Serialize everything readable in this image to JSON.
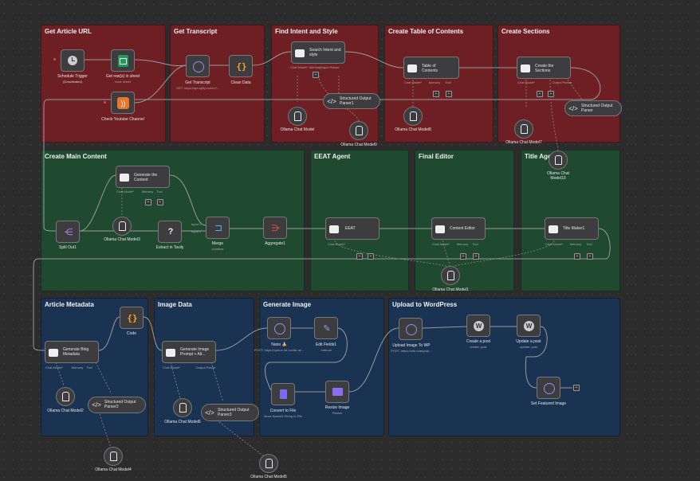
{
  "groups": {
    "get_article_url": "Get Article URL",
    "get_transcript": "Get Transcript",
    "find_intent": "Find Intent and Style",
    "create_toc": "Create Table of Contents",
    "create_sections": "Create Sections",
    "create_main_content": "Create Main Content",
    "eeat_agent": "EEAT Agent",
    "final_editor": "Final Editor",
    "title_agent": "Title Agent",
    "article_metadata": "Article Metadata",
    "image_data": "Image Data",
    "generate_image": "Generate Image",
    "upload_wordpress": "Upload to WordPress"
  },
  "nodes": {
    "schedule_trigger": {
      "label": "Schedule Trigger",
      "sub": "(Deactivated)"
    },
    "get_rows": {
      "label": "Get row(s) in sheet",
      "sub": "read: sheet"
    },
    "check_youtube": {
      "label": "Check Youtube Channel"
    },
    "get_transcript": {
      "label": "Get Transcript",
      "sub": "GET: https://api.apify.com/v2..."
    },
    "clean_data": {
      "label": "Clean Data"
    },
    "search_intent": {
      "label": "Search Intent and style"
    },
    "structured_parser1": {
      "label": "Structured Output Parser1"
    },
    "ollama_model": {
      "label": "Ollama Chat Model"
    },
    "ollama_model9": {
      "label": "Ollama Chat Model9"
    },
    "table_contents": {
      "label": "Table of Contents"
    },
    "ollama_model8": {
      "label": "Ollama Chat Model8"
    },
    "create_sections": {
      "label": "Create the Sections"
    },
    "structured_parser": {
      "label": "Structured Output Parser"
    },
    "ollama_model7": {
      "label": "Ollama Chat Model7"
    },
    "ollama_model10": {
      "label": "Ollama Chat Model10"
    },
    "generate_content": {
      "label": "Generate the Content"
    },
    "split_out": {
      "label": "Split Out1"
    },
    "ollama_model3": {
      "label": "Ollama Chat Model3"
    },
    "extract_tavily": {
      "label": "Extract in Tavily"
    },
    "merge": {
      "label": "Merge",
      "sub": "combine"
    },
    "aggregate": {
      "label": "Aggregate1"
    },
    "eeat": {
      "label": "EEAT"
    },
    "content_editor": {
      "label": "Content Editor"
    },
    "title_maker": {
      "label": "Title Maker1"
    },
    "ollama_model1": {
      "label": "Ollama Chat Model1"
    },
    "code": {
      "label": "Code"
    },
    "gen_blog_meta": {
      "label": "Generate Blog Metadata"
    },
    "ollama_model2": {
      "label": "Ollama Chat Model2"
    },
    "structured_parser2": {
      "label": "Structured Output Parser2"
    },
    "ollama_model4": {
      "label": "Ollama Chat Model4"
    },
    "gen_image_prompt": {
      "label": "Generate Image Prompt + Alt..."
    },
    "ollama_model6": {
      "label": "Ollama Chat Model6"
    },
    "structured_parser3": {
      "label": "Structured Output Parser3"
    },
    "ollama_model5": {
      "label": "Ollama Chat Model5"
    },
    "nano": {
      "label": "Nano 🍌",
      "sub": "POST: https://queue.fal.run/fal-ai/..."
    },
    "edit_fields": {
      "label": "Edit Fields1",
      "sub": "manual"
    },
    "convert_file": {
      "label": "Convert to File",
      "sub": "Move Base64 String to File"
    },
    "resize_image": {
      "label": "Resize Image",
      "sub": "Resize"
    },
    "upload_image": {
      "label": "Upload Image To WP",
      "sub": "POST: https://site-ready/wp..."
    },
    "create_post": {
      "label": "Create a post",
      "sub": "create: post"
    },
    "update_post": {
      "label": "Update a post",
      "sub": "update: post"
    },
    "set_featured": {
      "label": "Set Featured Image"
    }
  },
  "ports": {
    "chat_model": "Chat Model*",
    "memory": "Memory",
    "tool": "Tool",
    "output_parser": "Output Parser",
    "model": "Model",
    "input1": "Input 1",
    "input2": "Input 2"
  },
  "colors": {
    "red_group": "#6e1f24",
    "green_group": "#1f4a30",
    "blue_group": "#1b3352",
    "canvas": "#2c2c2c"
  },
  "icons": [
    "clock-icon",
    "sheets-icon",
    "rss-icon",
    "globe-icon",
    "code-braces-icon",
    "robot-icon",
    "ollama-icon",
    "parser-icon",
    "split-icon",
    "question-icon",
    "merge-icon",
    "aggregate-icon",
    "pencil-icon",
    "file-icon",
    "image-icon",
    "wordpress-icon"
  ]
}
